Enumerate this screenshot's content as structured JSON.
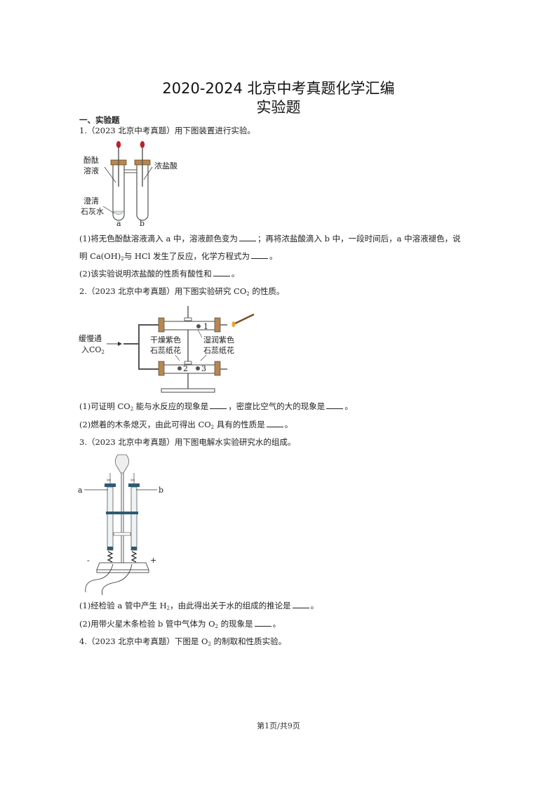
{
  "document": {
    "title_line1": "2020-2024 北京中考真题化学汇编",
    "title_line2": "实验题",
    "section_heading": "一、实验题",
    "footer": "第1页/共9页"
  },
  "questions": [
    {
      "number": "1.",
      "stem": "（2023 北京中考真题）用下图装置进行实验。",
      "figure": {
        "labels": {
          "left_top": "酚酞",
          "left_top2": "溶液",
          "right_top": "浓盐酸",
          "left_bottom": "澄清",
          "left_bottom2": "石灰水",
          "tube_a": "a",
          "tube_b": "b"
        }
      },
      "parts": [
        {
          "l1_a": "(1)将无色酚酞溶液滴入 a 中，溶液颜色变为",
          "l1_b": "；再将浓盐酸滴入 b 中，一段时间后，a 中溶液褪色，说",
          "l2_a": "明 Ca(OH)",
          "l2_sub": "2",
          "l2_b": "与 HCl 发生了反应，化学方程式为",
          "l2_c": "。"
        },
        {
          "text_a": "(2)该实验说明浓盐酸的性质有酸性和",
          "text_b": "。"
        }
      ]
    },
    {
      "number": "2.",
      "stem_a": "（2023 北京中考真题）用下图实验研究 CO",
      "stem_sub": "2",
      "stem_b": " 的性质。",
      "figure": {
        "labels": {
          "inlet1": "缓慢通",
          "inlet2": "入CO",
          "inlet_sub": "2",
          "dry1": "干燥紫色",
          "dry2": "石蕊纸花",
          "wet1": "湿润紫色",
          "wet2": "石蕊纸花",
          "n1": "1",
          "n2": "2",
          "n3": "3"
        }
      },
      "parts": [
        {
          "a": "(1)可证明 CO",
          "sub": "2",
          "b": " 能与水反应的现象是",
          "c": "，密度比空气的大的现象是",
          "d": "。"
        },
        {
          "a": "(2)燃着的木条熄灭，由此可得出 CO",
          "sub": "2",
          "b": " 具有的性质是",
          "c": "。"
        }
      ]
    },
    {
      "number": "3.",
      "stem": "（2023 北京中考真题）用下图电解水实验研究水的组成。",
      "figure": {
        "labels": {
          "a": "a",
          "b": "b",
          "minus": "-",
          "plus": "+"
        }
      },
      "parts": [
        {
          "a": "(1)经检验 a 管中产生 H",
          "sub": "2",
          "b": "，由此得出关于水的组成的推论是",
          "c": "。"
        },
        {
          "a": "(2)用带火星木条检验 b 管中气体为 O",
          "sub": "2",
          "b": " 的现象是",
          "c": "。"
        }
      ]
    },
    {
      "number": "4.",
      "stem_a": "（2023 北京中考真题）下图是 O",
      "stem_sub": "2",
      "stem_b": " 的制取和性质实验。"
    }
  ],
  "colors": {
    "stopper": "#b8874e",
    "bulb": "#c0202a",
    "clamp": "#2d5b72"
  }
}
